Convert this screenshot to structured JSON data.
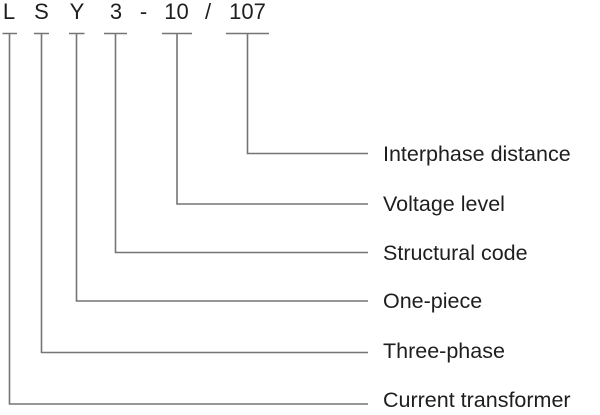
{
  "diagram": {
    "code_string": "L S Y 3 - 10 / 107",
    "code_tokens": [
      "L",
      "S",
      "Y",
      "3",
      "-",
      "10",
      "/",
      "107"
    ],
    "legend": [
      {
        "code": "107",
        "label": "Interphase distance"
      },
      {
        "code": "10",
        "label": "Voltage level"
      },
      {
        "code": "3",
        "label": "Structural code"
      },
      {
        "code": "Y",
        "label": "One-piece"
      },
      {
        "code": "S",
        "label": "Three-phase"
      },
      {
        "code": "L",
        "label": "Current transformer"
      }
    ]
  },
  "colors": {
    "background": "#ffffff",
    "line": "#757575",
    "text": "#1e1e1e"
  }
}
